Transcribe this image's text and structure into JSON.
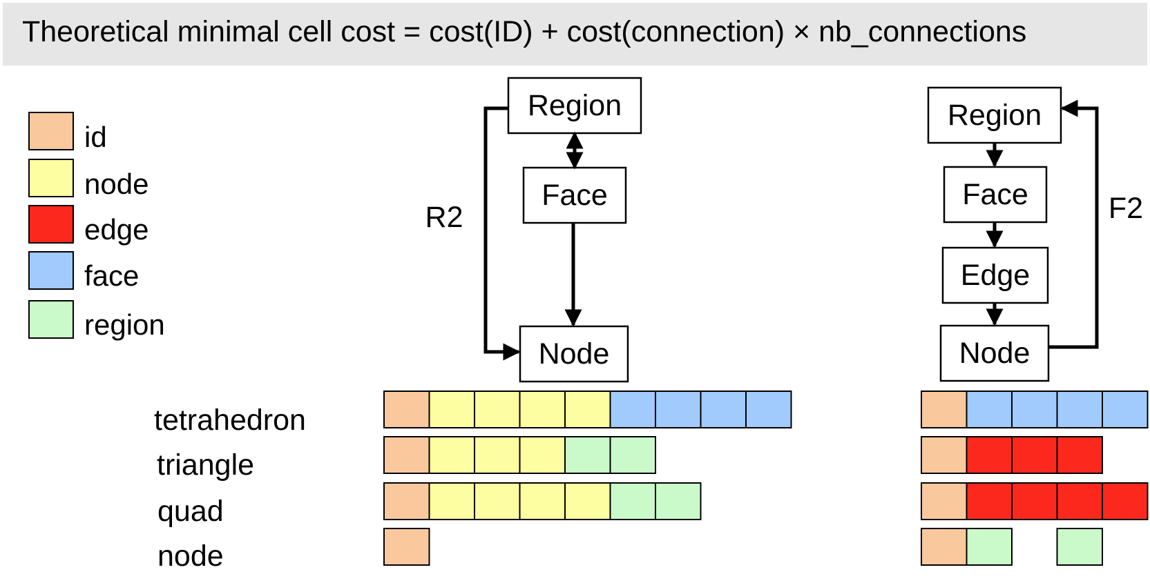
{
  "header": {
    "title": "Theoretical minimal cell cost = cost(ID) + cost(connection) × nb_connections"
  },
  "colors": {
    "id": "#f9c99d",
    "node": "#fdfda1",
    "edge": "#fc281e",
    "face": "#a1cbfd",
    "region": "#caf9ca",
    "header_bg": "#e6e6e6",
    "stroke": "#000000"
  },
  "legend": [
    {
      "key": "id",
      "label": "id"
    },
    {
      "key": "node",
      "label": "node"
    },
    {
      "key": "edge",
      "label": "edge"
    },
    {
      "key": "face",
      "label": "face"
    },
    {
      "key": "region",
      "label": "region"
    }
  ],
  "row_labels": [
    "tetrahedron",
    "triangle",
    "quad",
    "node"
  ],
  "diagram_r2": {
    "loop_label": "R2",
    "boxes": {
      "region": "Region",
      "face": "Face",
      "node": "Node"
    }
  },
  "diagram_f2": {
    "loop_label": "F2",
    "boxes": {
      "region": "Region",
      "face": "Face",
      "edge": "Edge",
      "node": "Node"
    }
  },
  "bars_r2": [
    [
      "id",
      "node",
      "node",
      "node",
      "node",
      "face",
      "face",
      "face",
      "face"
    ],
    [
      "id",
      "node",
      "node",
      "node",
      "region",
      "region"
    ],
    [
      "id",
      "node",
      "node",
      "node",
      "node",
      "region",
      "region"
    ],
    [
      "id"
    ]
  ],
  "bars_f2": [
    [
      "id",
      "face",
      "face",
      "face",
      "face"
    ],
    [
      "id",
      "edge",
      "edge",
      "edge"
    ],
    [
      "id",
      "edge",
      "edge",
      "edge",
      "edge"
    ],
    [
      "id",
      "region",
      null,
      "region"
    ]
  ]
}
